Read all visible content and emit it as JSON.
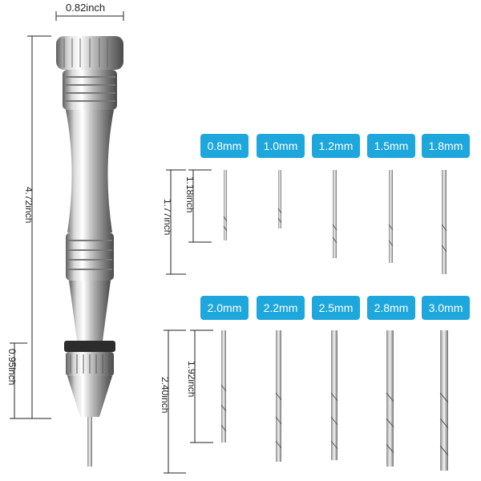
{
  "dimensions": {
    "top_width": "0.82inch",
    "total_length": "4.72inch",
    "chuck_length": "0.95inch",
    "short_bit_length": "1.18inch",
    "short_bit_total": "1.77inch",
    "long_bit_length": "1.92inch",
    "long_bit_total": "2.40inch"
  },
  "bit_sizes_row1": [
    "0.8mm",
    "1.0mm",
    "1.2mm",
    "1.5mm",
    "1.8mm"
  ],
  "bit_sizes_row2": [
    "2.0mm",
    "2.2mm",
    "2.5mm",
    "2.8mm",
    "3.0mm"
  ],
  "colors": {
    "label_bg": "#1ea7dc",
    "label_text": "#ffffff",
    "dimension_line": "#222222",
    "metal_light": "#f2f2f2",
    "metal_dark": "#6b6b6b"
  }
}
